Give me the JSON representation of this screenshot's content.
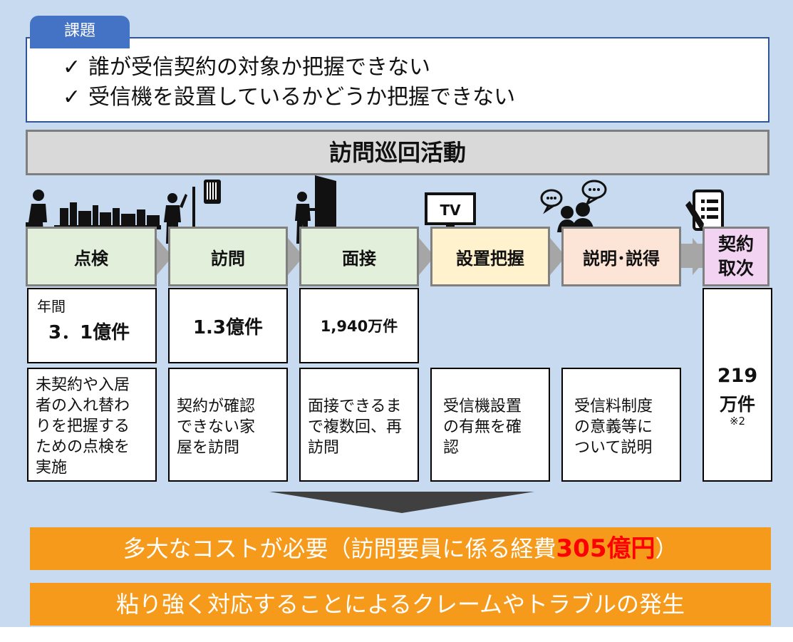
{
  "issues_tag": "課題",
  "issues": [
    "誰が受信契約の対象か把握できない",
    "受信機を設置しているかどうか把握できない"
  ],
  "check_mark": "✓",
  "title": "訪問巡回活動",
  "tv_label": "TV",
  "steps": [
    {
      "label": "点検"
    },
    {
      "label": "訪問"
    },
    {
      "label": "面接"
    },
    {
      "label": "設置把握"
    },
    {
      "label": "説明･説得"
    },
    {
      "label_line1": "契約",
      "label_line2": "取次"
    }
  ],
  "counts": {
    "inspection_prefix": "年間",
    "inspection": "3．1億件",
    "visit": "1.3億件",
    "interview": "1,940万件",
    "contract_line1": "219",
    "contract_line2": "万件",
    "contract_note": "※2"
  },
  "descriptions": {
    "inspection": [
      "未契約や入居",
      "者の入れ替わ",
      "りを把握する",
      "ための点検を",
      "実施"
    ],
    "visit": [
      "契約が確認",
      "できない家",
      "屋を訪問"
    ],
    "interview": [
      "面接できるま",
      "で複数回、再",
      "訪問"
    ],
    "installation": [
      "受信機設置",
      "の有無を確",
      "認"
    ],
    "explanation": [
      "受信料制度",
      "の意義等に",
      "ついて説明"
    ]
  },
  "banner1": {
    "before": "多大なコストが必要（訪問要員に係る経費",
    "highlight": "305億円",
    "after": "）"
  },
  "banner2": "粘り強く対応することによるクレームやトラブルの発生",
  "colors": {
    "panel": "#c7daf0",
    "tag": "#4472c4",
    "banner": "#f59a1b",
    "highlight": "#ff0000",
    "step_green": "#e2efda",
    "step_yellow": "#fff2cc",
    "step_pink": "#fce4d6",
    "step_magenta": "#f2d4f2"
  }
}
